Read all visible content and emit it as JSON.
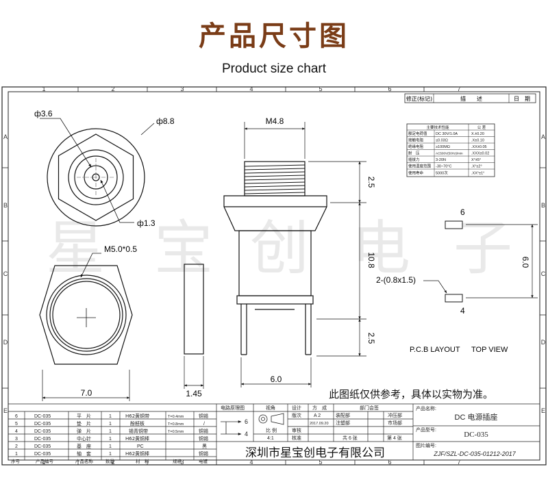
{
  "header": {
    "title": "产品尺寸图",
    "subtitle": "Product size chart"
  },
  "frame": {
    "columns": [
      "1",
      "2",
      "3",
      "4",
      "5",
      "6",
      "7"
    ],
    "rows": [
      "A",
      "B",
      "C",
      "D",
      "E"
    ]
  },
  "revision": {
    "col1": "修正(标记)",
    "col2": "描　　述",
    "col3": "日　期"
  },
  "spec_table": {
    "header": [
      "主要技术性能",
      "公 差"
    ],
    "rows": [
      [
        "额定电荷值",
        "DC 30V/1.0A",
        "X.±0.20"
      ],
      [
        "接触电阻",
        "≤0.03Ω",
        ".X±0.10"
      ],
      [
        "绝缘电阻",
        "≥100MΩ",
        ".XX±0.05"
      ],
      [
        "耐　压",
        "AC500V(50Hz)/min",
        ".XXX±0.02"
      ],
      [
        "插拔力",
        "3-20N",
        "X°±5°"
      ],
      [
        "使用温度范围",
        "-30~70°C",
        ".X°±2°"
      ],
      [
        "使用寿命",
        "5000次",
        ".XX°±1°"
      ]
    ]
  },
  "dims": {
    "d36": "ф3.6",
    "d88": "ф8.8",
    "d13": "ф1.3",
    "m50": "M5.0*0.5",
    "m48": "M4.8",
    "h25a": "2.5",
    "h108": "10.8",
    "h25b": "2.5",
    "w60": "6.0",
    "w70": "7.0",
    "w145": "1.45",
    "pcb6": "6",
    "pcb4": "4",
    "pcb60": "6.0",
    "pad": "2-(0.8x1.5)",
    "pcb_layout": "P.C.B LAYOUT",
    "top_view": "TOP VIEW"
  },
  "watermark": [
    "星",
    "宝",
    "创",
    "电",
    "子"
  ],
  "notice": "此图纸仅供参考，具体以实物为准。",
  "bom": {
    "rows": [
      [
        "6",
        "DC-035",
        "平　片",
        "1",
        "H62黄铜带",
        "T=0.4mm",
        "铜锡"
      ],
      [
        "5",
        "DC-035",
        "垫　片",
        "1",
        "酚醛板",
        "T=0.8mm",
        "/"
      ],
      [
        "4",
        "DC-035",
        "弹　片",
        "1",
        "锡青铜带",
        "T=0.5mm",
        "铜锡"
      ],
      [
        "3",
        "DC-035",
        "中心针",
        "1",
        "H62黄铜棒",
        "",
        "铜锡"
      ],
      [
        "2",
        "DC-035",
        "基　座",
        "1",
        "PC",
        "",
        "黑"
      ],
      [
        "1",
        "DC-035",
        "轴　套",
        "1",
        "H62黄铜棒",
        "",
        "铜锡"
      ]
    ],
    "footer": [
      "序号",
      "产品编号",
      "产品名称",
      "数量",
      "材　料",
      "规格",
      "电镀"
    ]
  },
  "approval": {
    "circuit": "电路原理图",
    "view": "视角",
    "design": "设计",
    "party": "方　成",
    "dept_sign": "部门会签",
    "version": "版次",
    "version_val": "A 2",
    "assembly": "装配部",
    "stamping": "冲压部",
    "date_label": "注塑部",
    "market": "市场部",
    "date_val": "2017.09.20",
    "scale": "比 例",
    "scale_val": "4:1",
    "review": "审核",
    "approve": "核准",
    "total": "共 6 张",
    "sheet": "第 4 张",
    "pin6": "6",
    "pin4": "4"
  },
  "company": "深圳市星宝创电子有限公司",
  "product": {
    "name_label": "产品名称:",
    "name": "DC 电源插座",
    "model_label": "产品型号:",
    "model": "DC-035",
    "drawing_label": "图片编号:",
    "drawing": "ZJF/SZL-DC-035-01212-2017"
  }
}
